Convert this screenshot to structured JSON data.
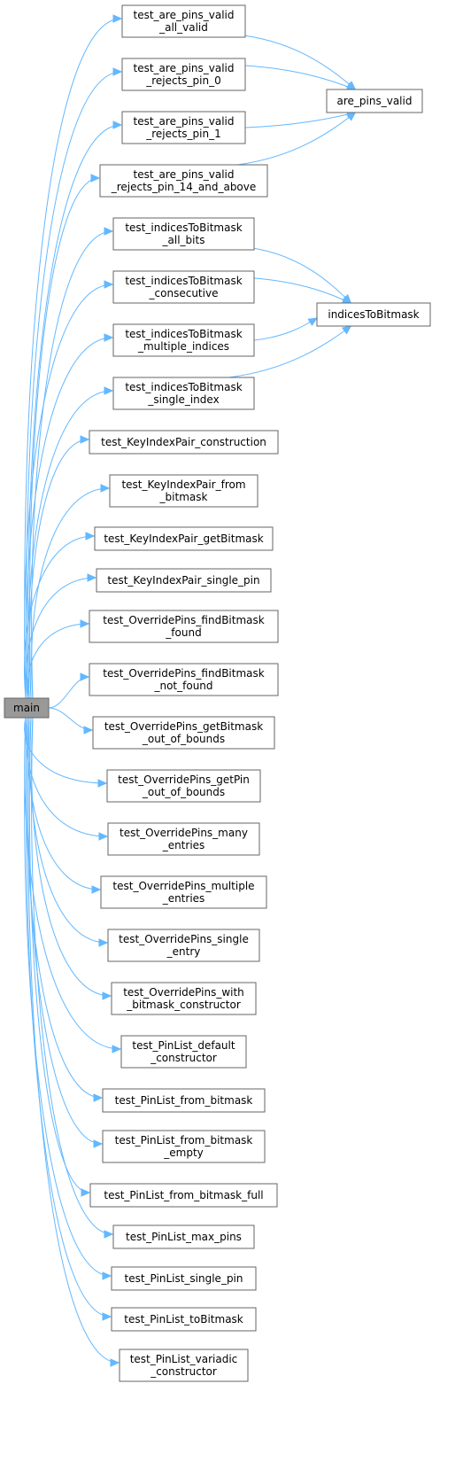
{
  "diagram": {
    "root": "main",
    "nodes": [
      {
        "id": "main",
        "lines": [
          "main"
        ]
      },
      {
        "id": "t_all_valid",
        "lines": [
          "test_are_pins_valid",
          "_all_valid"
        ]
      },
      {
        "id": "t_rejects_pin_0",
        "lines": [
          "test_are_pins_valid",
          "_rejects_pin_0"
        ]
      },
      {
        "id": "t_rejects_pin_1",
        "lines": [
          "test_are_pins_valid",
          "_rejects_pin_1"
        ]
      },
      {
        "id": "t_rejects_pin_14",
        "lines": [
          "test_are_pins_valid",
          "_rejects_pin_14_and_above"
        ]
      },
      {
        "id": "t_itb_all_bits",
        "lines": [
          "test_indicesToBitmask",
          "_all_bits"
        ]
      },
      {
        "id": "t_itb_consecutive",
        "lines": [
          "test_indicesToBitmask",
          "_consecutive"
        ]
      },
      {
        "id": "t_itb_multiple",
        "lines": [
          "test_indicesToBitmask",
          "_multiple_indices"
        ]
      },
      {
        "id": "t_itb_single",
        "lines": [
          "test_indicesToBitmask",
          "_single_index"
        ]
      },
      {
        "id": "t_kip_construction",
        "lines": [
          "test_KeyIndexPair_construction"
        ]
      },
      {
        "id": "t_kip_from_bitmask",
        "lines": [
          "test_KeyIndexPair_from",
          "_bitmask"
        ]
      },
      {
        "id": "t_kip_getbitmask",
        "lines": [
          "test_KeyIndexPair_getBitmask"
        ]
      },
      {
        "id": "t_kip_single_pin",
        "lines": [
          "test_KeyIndexPair_single_pin"
        ]
      },
      {
        "id": "t_op_find_found",
        "lines": [
          "test_OverridePins_findBitmask",
          "_found"
        ]
      },
      {
        "id": "t_op_find_not_found",
        "lines": [
          "test_OverridePins_findBitmask",
          "_not_found"
        ]
      },
      {
        "id": "t_op_getbitmask_oob",
        "lines": [
          "test_OverridePins_getBitmask",
          "_out_of_bounds"
        ]
      },
      {
        "id": "t_op_getpin_oob",
        "lines": [
          "test_OverridePins_getPin",
          "_out_of_bounds"
        ]
      },
      {
        "id": "t_op_many",
        "lines": [
          "test_OverridePins_many",
          "_entries"
        ]
      },
      {
        "id": "t_op_multiple",
        "lines": [
          "test_OverridePins_multiple",
          "_entries"
        ]
      },
      {
        "id": "t_op_single",
        "lines": [
          "test_OverridePins_single",
          "_entry"
        ]
      },
      {
        "id": "t_op_with_bitmask",
        "lines": [
          "test_OverridePins_with",
          "_bitmask_constructor"
        ]
      },
      {
        "id": "t_pl_default",
        "lines": [
          "test_PinList_default",
          "_constructor"
        ]
      },
      {
        "id": "t_pl_from_bitmask",
        "lines": [
          "test_PinList_from_bitmask"
        ]
      },
      {
        "id": "t_pl_from_bitmask_empty",
        "lines": [
          "test_PinList_from_bitmask",
          "_empty"
        ]
      },
      {
        "id": "t_pl_from_bitmask_full",
        "lines": [
          "test_PinList_from_bitmask_full"
        ]
      },
      {
        "id": "t_pl_max_pins",
        "lines": [
          "test_PinList_max_pins"
        ]
      },
      {
        "id": "t_pl_single_pin",
        "lines": [
          "test_PinList_single_pin"
        ]
      },
      {
        "id": "t_pl_tobitmask",
        "lines": [
          "test_PinList_toBitmask"
        ]
      },
      {
        "id": "t_pl_variadic",
        "lines": [
          "test_PinList_variadic",
          "_constructor"
        ]
      },
      {
        "id": "are_pins_valid",
        "lines": [
          "are_pins_valid"
        ]
      },
      {
        "id": "indicesToBitmask",
        "lines": [
          "indicesToBitmask"
        ]
      }
    ],
    "edges": [
      [
        "main",
        "t_all_valid"
      ],
      [
        "main",
        "t_rejects_pin_0"
      ],
      [
        "main",
        "t_rejects_pin_1"
      ],
      [
        "main",
        "t_rejects_pin_14"
      ],
      [
        "main",
        "t_itb_all_bits"
      ],
      [
        "main",
        "t_itb_consecutive"
      ],
      [
        "main",
        "t_itb_multiple"
      ],
      [
        "main",
        "t_itb_single"
      ],
      [
        "main",
        "t_kip_construction"
      ],
      [
        "main",
        "t_kip_from_bitmask"
      ],
      [
        "main",
        "t_kip_getbitmask"
      ],
      [
        "main",
        "t_kip_single_pin"
      ],
      [
        "main",
        "t_op_find_found"
      ],
      [
        "main",
        "t_op_find_not_found"
      ],
      [
        "main",
        "t_op_getbitmask_oob"
      ],
      [
        "main",
        "t_op_getpin_oob"
      ],
      [
        "main",
        "t_op_many"
      ],
      [
        "main",
        "t_op_multiple"
      ],
      [
        "main",
        "t_op_single"
      ],
      [
        "main",
        "t_op_with_bitmask"
      ],
      [
        "main",
        "t_pl_default"
      ],
      [
        "main",
        "t_pl_from_bitmask"
      ],
      [
        "main",
        "t_pl_from_bitmask_empty"
      ],
      [
        "main",
        "t_pl_from_bitmask_full"
      ],
      [
        "main",
        "t_pl_max_pins"
      ],
      [
        "main",
        "t_pl_single_pin"
      ],
      [
        "main",
        "t_pl_tobitmask"
      ],
      [
        "main",
        "t_pl_variadic"
      ],
      [
        "t_all_valid",
        "are_pins_valid"
      ],
      [
        "t_rejects_pin_0",
        "are_pins_valid"
      ],
      [
        "t_rejects_pin_1",
        "are_pins_valid"
      ],
      [
        "t_rejects_pin_14",
        "are_pins_valid"
      ],
      [
        "t_itb_all_bits",
        "indicesToBitmask"
      ],
      [
        "t_itb_consecutive",
        "indicesToBitmask"
      ],
      [
        "t_itb_multiple",
        "indicesToBitmask"
      ],
      [
        "t_itb_single",
        "indicesToBitmask"
      ]
    ],
    "colors": {
      "edge": "#63b8ff",
      "node_border": "#666666",
      "node_fill": "#ffffff",
      "root_fill": "#999999"
    }
  }
}
